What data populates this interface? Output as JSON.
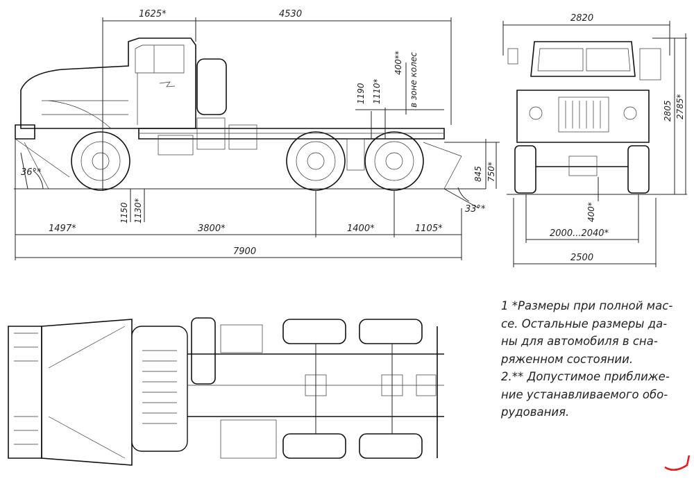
{
  "side_view": {
    "top_dims": [
      "1625*",
      "4530"
    ],
    "vertical_dims": [
      "1190",
      "1110*",
      "400**",
      "в зоне колес",
      "845",
      "750*",
      "1150",
      "1130*"
    ],
    "angles": [
      "36°*",
      "33°*"
    ],
    "bottom_dims": [
      "1497*",
      "3800*",
      "1400*",
      "1105*"
    ],
    "overall_length": "7900"
  },
  "front_view": {
    "width_top": "2820",
    "heights": [
      "2805",
      "2785*"
    ],
    "ground_clearance": "400*",
    "track": "2000...2040*",
    "overall_width": "2500"
  },
  "notes": [
    "1 *Размеры при полной мас-",
    "се. Остальные размеры да-",
    "ны для автомобиля в сна-",
    "ряженном состоянии.",
    "2.** Допустимое приближе-",
    "ние устанавливаемого обо-",
    "рудования."
  ]
}
